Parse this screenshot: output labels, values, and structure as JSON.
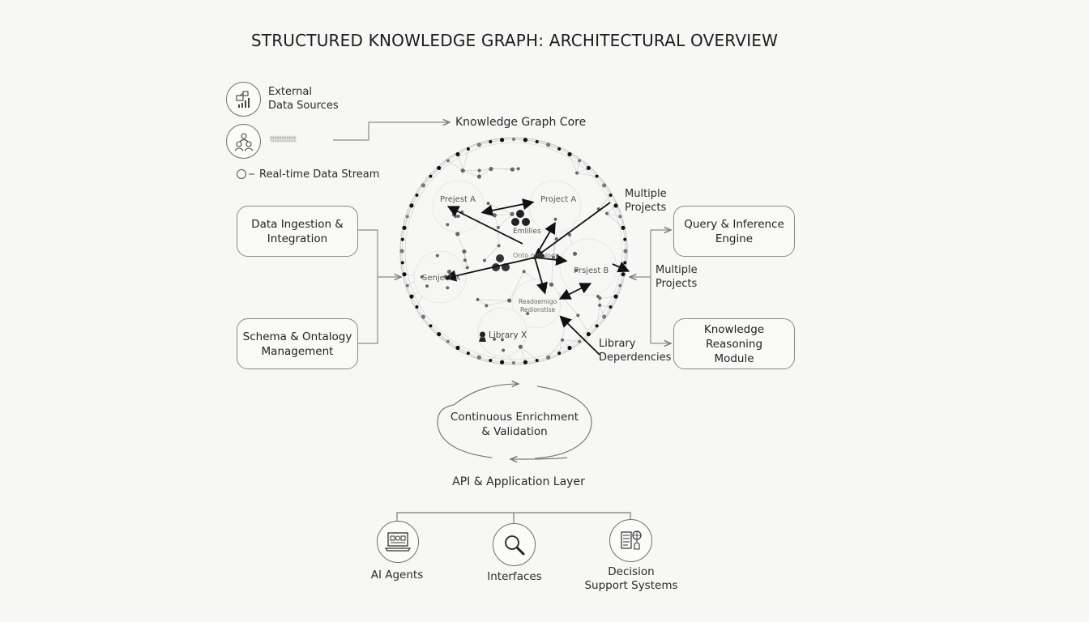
{
  "title": "STRUCTURED KNOWLEDGE GRAPH: ARCHITECTURAL OVERVIEW",
  "sources": {
    "external_data_sources": "External\nData Sources",
    "blurred_label": "ttttttttttt",
    "realtime_stream": "Real-time Data Stream",
    "arrow_target": "Knowledge Graph Core"
  },
  "left_boxes": {
    "ingestion": "Data Ingestion &\nIntegration",
    "schema": "Schema & Ontalogy\nManagement"
  },
  "right_boxes": {
    "query": "Query & Inference\nEngine",
    "reasoning": "Knowledge Reasoning\nModule"
  },
  "sphere": {
    "nodes": {
      "project_a_left": "Prejest A",
      "project_a_right": "Project A",
      "entities": "Emlilies",
      "subject_x": "Senject X",
      "center": "Onto ontology",
      "project_b": "Prsjest B",
      "relations": "Readoernigo\nRedionstise",
      "library_x": "Library X"
    },
    "callouts": {
      "multiple_projects_top": "Multiple\nProjects",
      "multiple_projects_right": "Multiple\nProjects",
      "library_dependencies": "Library\nDeperdencies"
    }
  },
  "cycle": {
    "label": "Continuous Enrichment\n& Validation"
  },
  "api_layer": {
    "title": "API & Application Layer",
    "items": [
      {
        "label": "AI Agents",
        "icon": "laptop-icon"
      },
      {
        "label": "Interfaces",
        "icon": "magnifier-icon"
      },
      {
        "label": "Decision\nSupport Systems",
        "icon": "document-globe-icon"
      }
    ]
  }
}
